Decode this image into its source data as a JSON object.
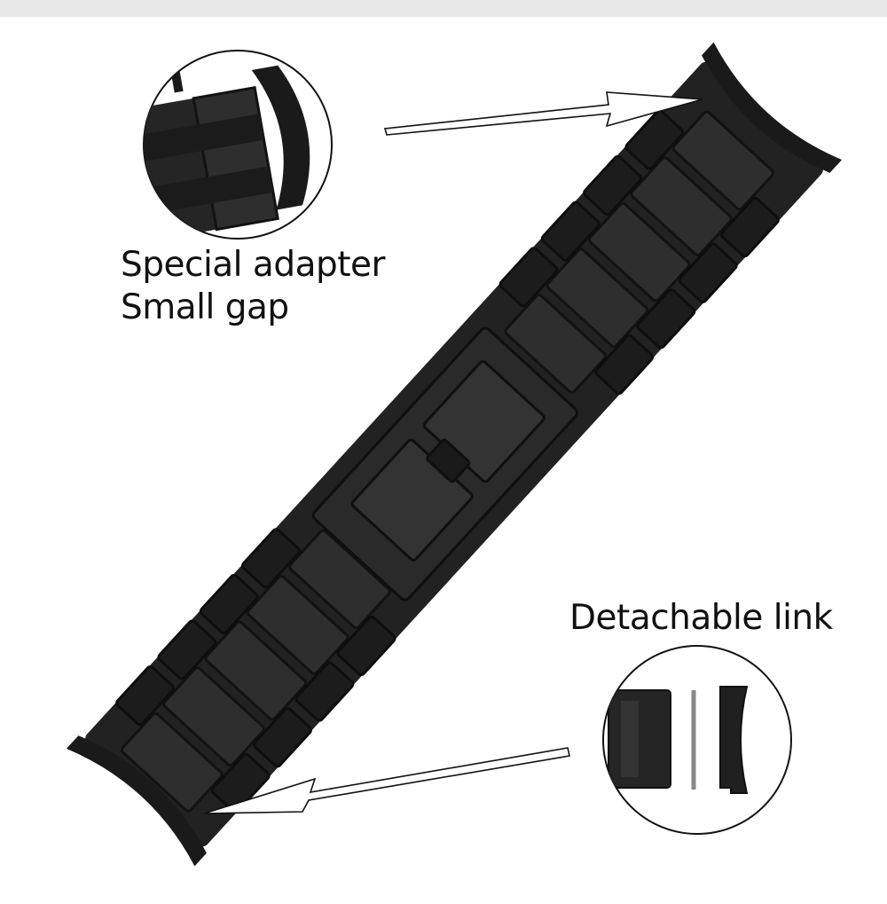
{
  "callouts": {
    "adapter_line1": "Special adapter",
    "adapter_line2": "Small gap",
    "link": "Detachable link"
  },
  "colors": {
    "band": "#262626",
    "band_edge": "#101010",
    "link_highlight": "#333333",
    "background": "#ffffff",
    "top_bar": "#e8e8e8",
    "text": "#111111"
  }
}
